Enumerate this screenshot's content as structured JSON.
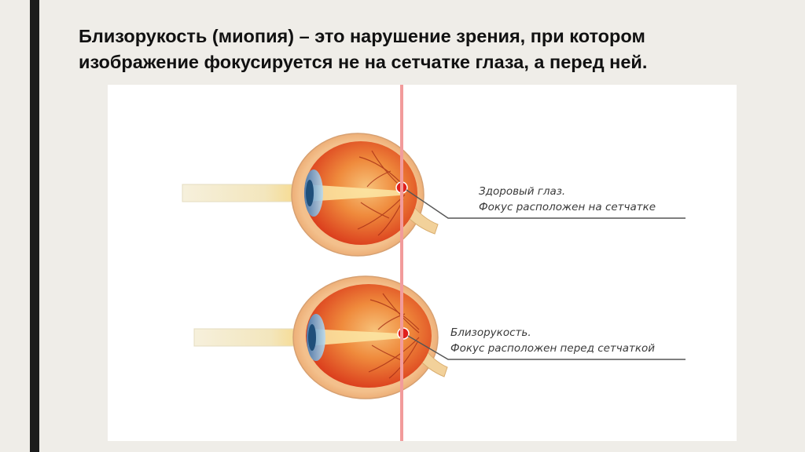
{
  "slide": {
    "title_line1": "Близорукость (миопия) – это нарушение зрения, при котором",
    "title_line2": "изображение фокусируется не на сетчатке глаза, а перед ней."
  },
  "diagram": {
    "healthy": {
      "caption_line1": "Здоровый глаз.",
      "caption_line2": "Фокус расположен на сетчатке"
    },
    "myopia": {
      "caption_line1": "Близорукость.",
      "caption_line2": "Фокус расположен перед сетчаткой"
    },
    "colors": {
      "retina_line": "#f29b9b",
      "eyeball": "#e2461f",
      "sclera": "#f0b07a",
      "lens": "#6aa7d6",
      "light_beam": "#f5efd8",
      "focus_point": "#e0201c"
    }
  }
}
